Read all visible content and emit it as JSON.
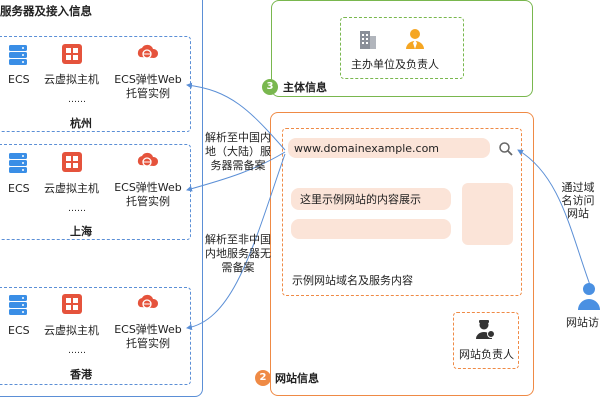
{
  "server_panel": {
    "title": "服务器及接入信息",
    "groups": [
      {
        "ecs": "ECS",
        "vhost": "云虚拟主机",
        "dots": "……",
        "web_line1": "ECS弹性Web",
        "web_line2": "托管实例",
        "region": "杭州"
      },
      {
        "ecs": "ECS",
        "vhost": "云虚拟主机",
        "dots": "……",
        "web_line1": "ECS弹性Web",
        "web_line2": "托管实例",
        "region": "上海"
      },
      {
        "ecs": "ECS",
        "vhost": "云虚拟主机",
        "dots": "……",
        "web_line1": "ECS弹性Web",
        "web_line2": "托管实例",
        "region": "香港"
      }
    ]
  },
  "subject_panel": {
    "badge": "3",
    "title": "主体信息",
    "label": "主办单位及负责人"
  },
  "website_panel": {
    "badge": "2",
    "title": "网站信息",
    "url": "www.domainexample.com",
    "content_text": "这里示例网站的内容展示",
    "caption": "示例网站域名及服务内容",
    "owner_label": "网站负责人"
  },
  "annotations": {
    "mainland_lines": [
      "解析至中国内",
      "地（大陆）服",
      "务器需备案"
    ],
    "non_mainland_lines": [
      "解析至非中国",
      "内地服务器无",
      "需备案"
    ],
    "visit_lines": [
      "通过域",
      "名访问",
      "网站"
    ],
    "visitor_label": "网站访"
  },
  "colors": {
    "blue": "#5b8fd6",
    "green": "#79b74e",
    "orange": "#ef8a45",
    "server_icon": "#3a8ee6",
    "cloud_red": "#e5533c"
  },
  "icons": [
    "server-icon",
    "virtual-host-icon",
    "web-cloud-icon",
    "building-icon",
    "person-icon",
    "search-icon",
    "admin-icon",
    "visitor-icon"
  ]
}
